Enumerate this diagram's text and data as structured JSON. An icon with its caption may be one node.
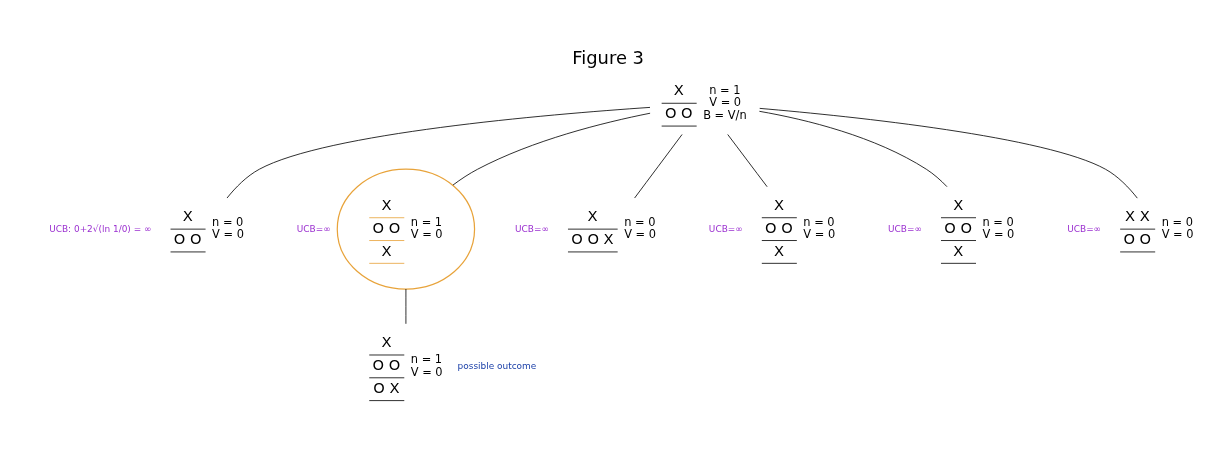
{
  "diagram": {
    "title": "Figure 3",
    "nodes": [
      {
        "text": [
          "X",
          "O O",
          "n = 1",
          "V = 0",
          "B = V/n"
        ]
      },
      {
        "text": [
          "X",
          "O O",
          "n = 0",
          "V = 0"
        ],
        "beside": [
          "UCB: 0+2√(ln 1/0) = ∞"
        ]
      },
      {
        "text": [
          "X",
          "O O",
          "X",
          "n = 1",
          "V = 0"
        ],
        "beside": [
          "UCB=∞"
        ]
      },
      {
        "text": [
          "X",
          "O O X",
          "n = 0",
          "V = 0"
        ],
        "beside": [
          "UCB=∞"
        ]
      },
      {
        "text": [
          "X",
          "O O",
          "X",
          "n = 0",
          "V = 0"
        ],
        "beside": [
          "UCB=∞"
        ]
      },
      {
        "text": [
          "X",
          "O O",
          "X",
          "n = 0",
          "V = 0"
        ],
        "beside": [
          "UCB=∞"
        ]
      },
      {
        "text": [
          "X X",
          "O O",
          "n = 0",
          "V = 0"
        ],
        "beside": [
          "UCB=∞"
        ]
      },
      {
        "text": [
          "X",
          "O O",
          "O X",
          "n = 1",
          "V = 0"
        ],
        "beside": [
          "possible outcome"
        ]
      }
    ],
    "edges": [
      {
        "from": 0,
        "to": 1,
        "arrow": "none"
      },
      {
        "from": 0,
        "to": 2,
        "arrow": "none"
      },
      {
        "from": 0,
        "to": 3,
        "arrow": "none"
      },
      {
        "from": 0,
        "to": 4,
        "arrow": "none"
      },
      {
        "from": 0,
        "to": 5,
        "arrow": "none"
      },
      {
        "from": 0,
        "to": 6,
        "arrow": "none"
      },
      {
        "from": 2,
        "to": 7,
        "arrow": "none"
      }
    ]
  }
}
